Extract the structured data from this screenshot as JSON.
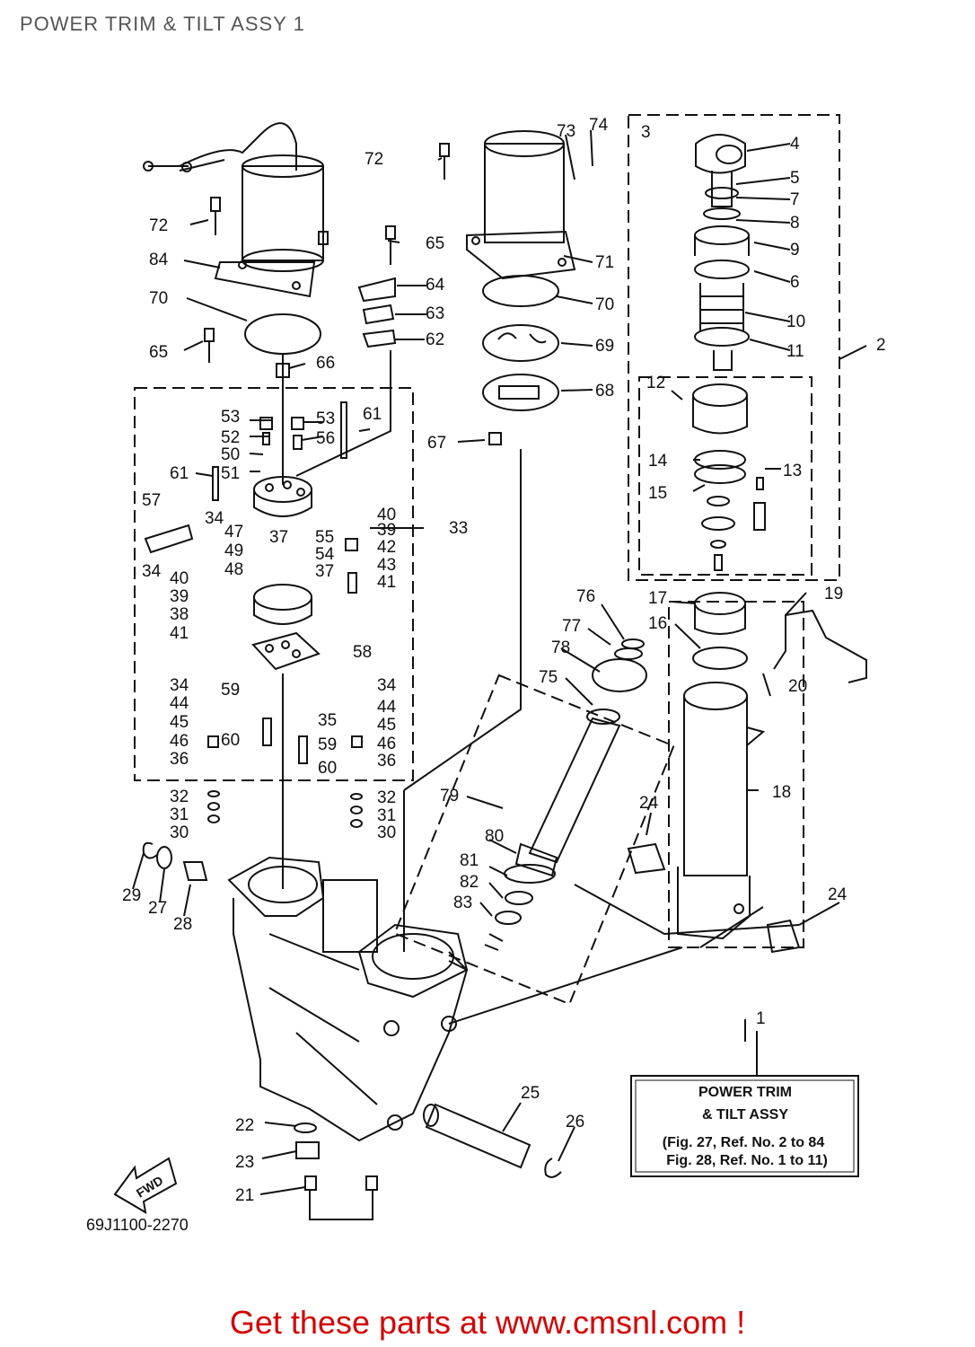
{
  "page": {
    "title": "POWER TRIM & TILT ASSY 1",
    "drawing_code": "69J1100-2270",
    "footer": "Get these parts at www.cmsnl.com !"
  },
  "direction_marker": {
    "text": "FWD"
  },
  "note_box": {
    "ref": "1",
    "line1": "POWER TRIM",
    "line2": "& TILT ASSY",
    "line3": "(Fig. 27, Ref. No. 2 to 84",
    "line4": "Fig. 28, Ref. No. 1 to 11)"
  },
  "callouts": [
    "2",
    "3",
    "4",
    "5",
    "6",
    "7",
    "8",
    "9",
    "10",
    "11",
    "12",
    "13",
    "14",
    "15",
    "16",
    "17",
    "18",
    "19",
    "20",
    "21",
    "22",
    "23",
    "24",
    "24",
    "25",
    "26",
    "27",
    "28",
    "29",
    "30",
    "30",
    "31",
    "31",
    "32",
    "32",
    "33",
    "34",
    "34",
    "34",
    "34",
    "35",
    "36",
    "36",
    "37",
    "37",
    "38",
    "39",
    "39",
    "40",
    "40",
    "41",
    "41",
    "42",
    "43",
    "44",
    "44",
    "45",
    "45",
    "46",
    "46",
    "47",
    "48",
    "49",
    "50",
    "51",
    "52",
    "53",
    "53",
    "54",
    "55",
    "56",
    "57",
    "58",
    "59",
    "59",
    "60",
    "60",
    "61",
    "61",
    "62",
    "63",
    "64",
    "65",
    "65",
    "66",
    "67",
    "68",
    "69",
    "70",
    "70",
    "71",
    "72",
    "72",
    "73",
    "74",
    "75",
    "76",
    "77",
    "78",
    "79",
    "80",
    "81",
    "82",
    "83",
    "84"
  ],
  "colors": {
    "footer": "#d40000",
    "line": "#111111",
    "title": "#555555"
  }
}
